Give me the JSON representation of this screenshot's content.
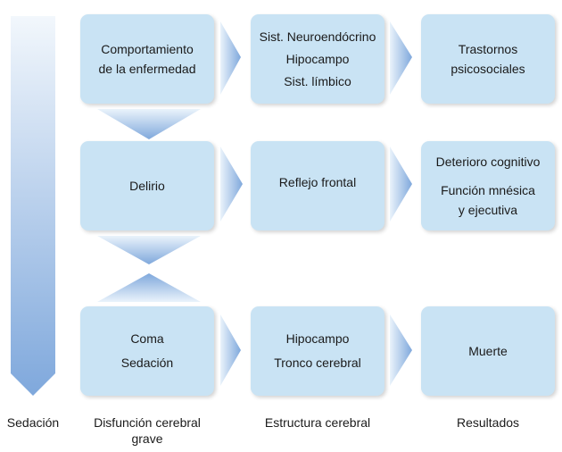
{
  "columns": {
    "sedation": "Sedación",
    "dysfunction": "Disfunción cerebral grave",
    "structure": "Estructura cerebral",
    "results": "Resultados"
  },
  "rows": [
    {
      "dysfunction": [
        "Comportamiento",
        "de la enfermedad"
      ],
      "structure": [
        "Sist. Neuroendócrino",
        "Hipocampo",
        "Sist. límbico"
      ],
      "results": [
        "Trastornos",
        "psicosociales"
      ]
    },
    {
      "dysfunction": [
        "Delirio"
      ],
      "structure": [
        "Reflejo frontal"
      ],
      "results": [
        "Deterioro  cognitivo",
        "Función mnésica",
        "y ejecutiva"
      ]
    },
    {
      "dysfunction": [
        "Coma",
        "Sedación"
      ],
      "structure": [
        "Hipocampo",
        "Tronco cerebral"
      ],
      "results": [
        "Muerte"
      ]
    }
  ],
  "colors": {
    "box": "#c9e3f4",
    "arrow_light": "#eaf3fb",
    "arrow_dark": "#7fa8dc"
  }
}
